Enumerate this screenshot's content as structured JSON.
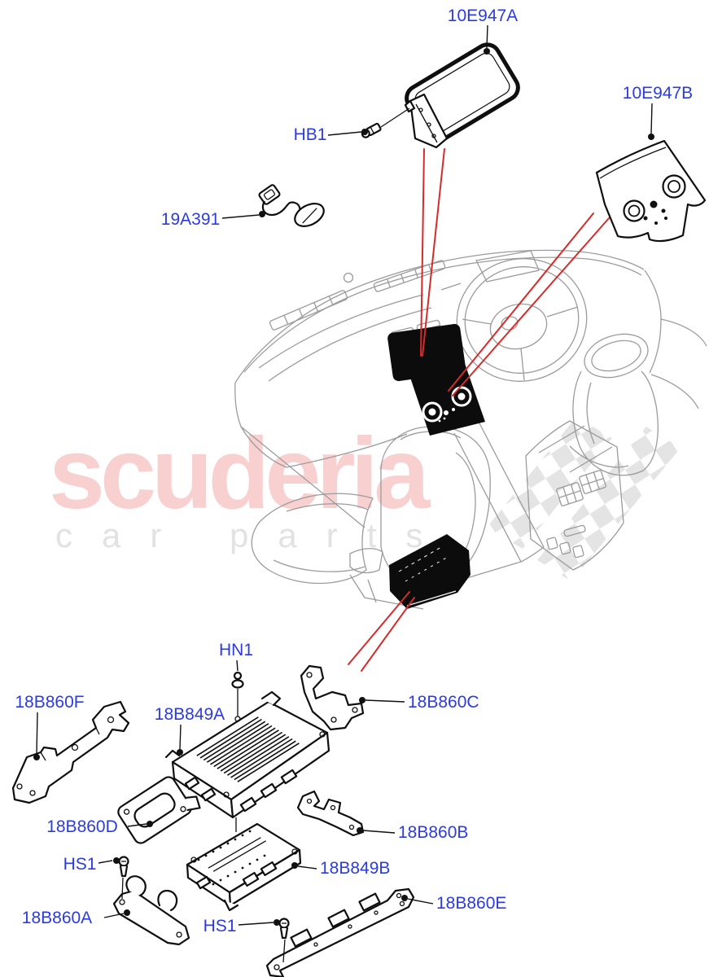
{
  "diagram": {
    "kind": "vehicle-parts-exploded-diagram",
    "subject": "Audio system - display, control panel, antenna, amplifiers and mounting brackets",
    "background": "#ffffff"
  },
  "colors": {
    "label_blue": "#2b3be0",
    "leader_black": "#111111",
    "locator_red": "#d62b2b",
    "part_line": "#0f0f0f",
    "car_line": "#9b9b9b",
    "watermark_pink": "#f8d0d0",
    "watermark_gray": "#e2e2e2"
  },
  "watermark": {
    "brand": "scuderia",
    "tagline": "car parts"
  },
  "callouts": [
    {
      "part": "10E947A"
    },
    {
      "part": "10E947B"
    },
    {
      "part": "HB1"
    },
    {
      "part": "19A391"
    },
    {
      "part": "HN1"
    },
    {
      "part": "18B860F"
    },
    {
      "part": "18B849A"
    },
    {
      "part": "18B860C"
    },
    {
      "part": "18B860D"
    },
    {
      "part": "18B860B"
    },
    {
      "part": "HS1"
    },
    {
      "part": "18B849B"
    },
    {
      "part": "18B860A"
    },
    {
      "part": "18B860E"
    },
    {
      "part": "HS1"
    }
  ]
}
